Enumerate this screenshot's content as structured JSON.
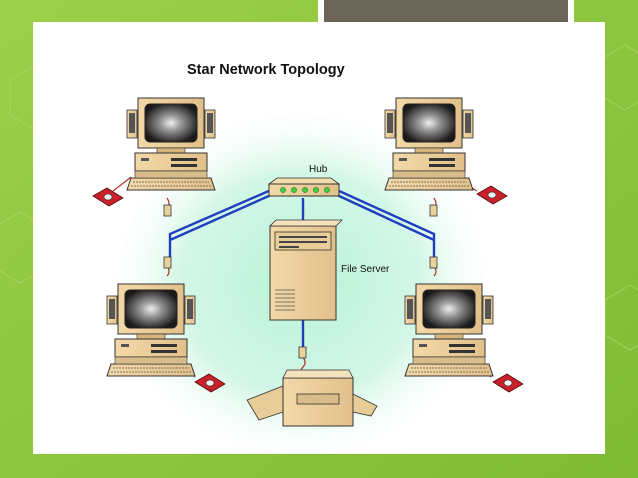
{
  "slide": {
    "background_color": "#8cc63f",
    "title_box_color": "#6b6558"
  },
  "diagram": {
    "title": "Star Network Topology",
    "hub_label": "Hub",
    "server_label": "File Server",
    "cable_color": "#1f3fbf",
    "glow_color": "#b8f2d8"
  }
}
